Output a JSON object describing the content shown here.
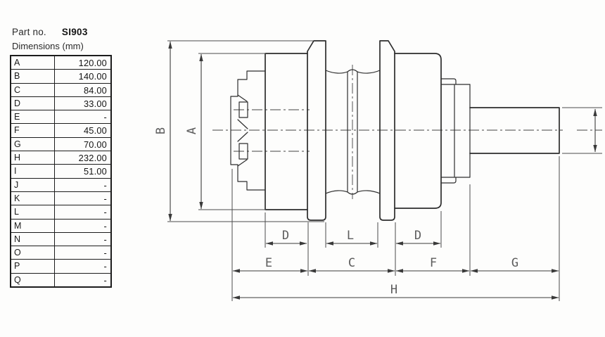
{
  "part": {
    "label": "Part no.",
    "number": "SI903"
  },
  "dimensions_header": "Dimensions (mm)",
  "dimension_table": {
    "rows": [
      {
        "key": "A",
        "value": "120.00"
      },
      {
        "key": "B",
        "value": "140.00"
      },
      {
        "key": "C",
        "value": "84.00"
      },
      {
        "key": "D",
        "value": "33.00"
      },
      {
        "key": "E",
        "value": "-"
      },
      {
        "key": "F",
        "value": "45.00"
      },
      {
        "key": "G",
        "value": "70.00"
      },
      {
        "key": "H",
        "value": "232.00"
      },
      {
        "key": "I",
        "value": "51.00"
      },
      {
        "key": "J",
        "value": "-"
      },
      {
        "key": "K",
        "value": "-"
      },
      {
        "key": "L",
        "value": "-"
      },
      {
        "key": "M",
        "value": "-"
      },
      {
        "key": "N",
        "value": "-"
      },
      {
        "key": "O",
        "value": "-"
      },
      {
        "key": "P",
        "value": "-"
      },
      {
        "key": "Q",
        "value": "-"
      }
    ]
  },
  "drawing": {
    "labels": {
      "B": "B",
      "A": "A",
      "D_left": "D",
      "L": "L",
      "D_right": "D",
      "E": "E",
      "C": "C",
      "F": "F",
      "G": "G",
      "H": "H"
    },
    "line_color": "#2c2c2c",
    "dim_text_color": "#5d5d5d"
  }
}
